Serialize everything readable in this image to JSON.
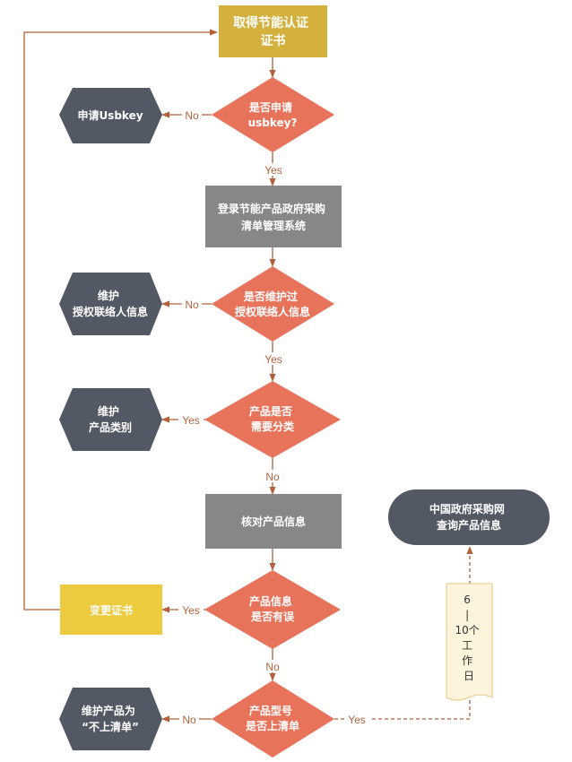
{
  "colors": {
    "gold": "#d4b13c",
    "yellow": "#eccb3e",
    "coral": "#e8735b",
    "gray": "#878787",
    "slate": "#525864",
    "edge": "#b2613a",
    "note_fill": "#fdf4de",
    "note_border": "#e6c984"
  },
  "nodes": {
    "start": [
      "取得节能认证",
      "证书"
    ],
    "d1": [
      "是否申请",
      "usbkey?"
    ],
    "apply": [
      "申请Usbkey"
    ],
    "login": [
      "登录节能产品政府采购",
      "清单管理系统"
    ],
    "d2": [
      "是否维护过",
      "授权联络人信息"
    ],
    "maintain_contact": [
      "维护",
      "授权联络人信息"
    ],
    "d3": [
      "产品是否",
      "需要分类"
    ],
    "maintain_category": [
      "维护",
      "产品类别"
    ],
    "check": [
      "核对产品信息"
    ],
    "d4": [
      "产品信息",
      "是否有误"
    ],
    "change": [
      "变更证书"
    ],
    "d5": [
      "产品型号",
      "是否上清单"
    ],
    "not_listed": [
      "维护产品为",
      "“不上清单”"
    ],
    "query": [
      "中国政府采购网",
      "查询产品信息"
    ]
  },
  "labels": {
    "d1_no": "No",
    "d1_yes": "Yes",
    "d2_no": "No",
    "d2_yes": "Yes",
    "d3_yes": "Yes",
    "d3_no": "No",
    "d4_yes": "Yes",
    "d4_no": "No",
    "d5_no": "No",
    "d5_yes": "Yes"
  },
  "note": [
    "6",
    "|",
    "10个",
    "工",
    "作",
    "日"
  ]
}
